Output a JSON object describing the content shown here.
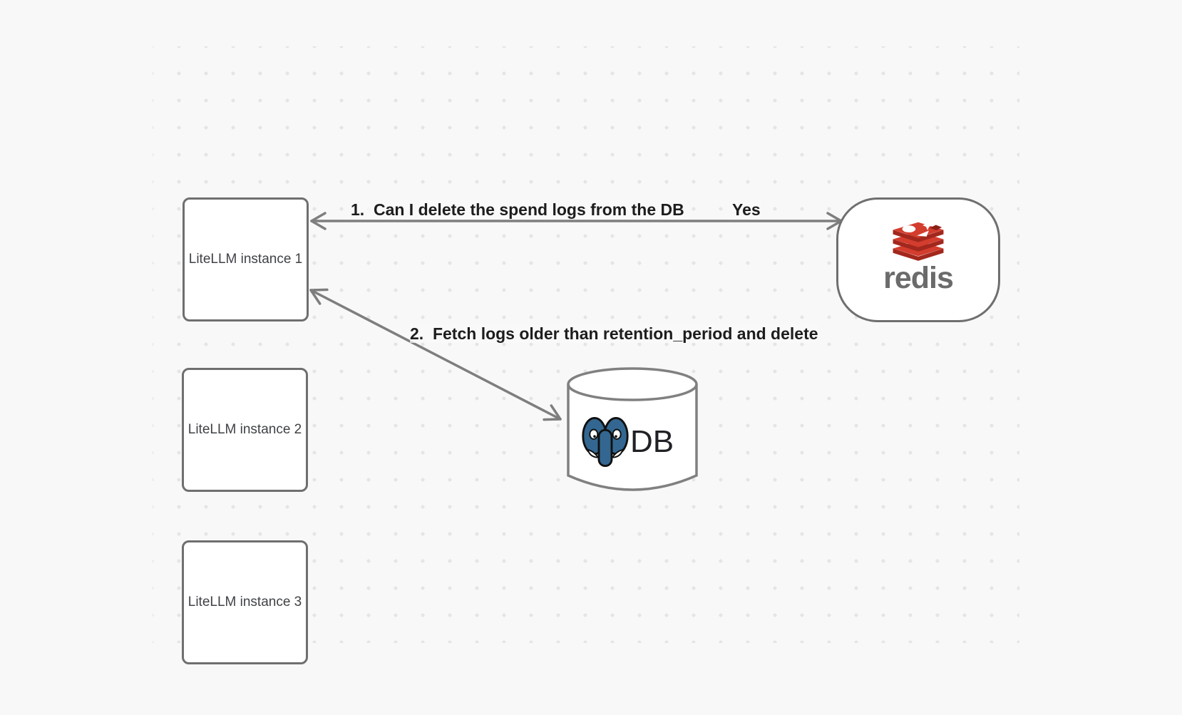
{
  "diagram": {
    "nodes": {
      "instance1": {
        "label": "LiteLLM instance 1"
      },
      "instance2": {
        "label": "LiteLLM instance 2"
      },
      "instance3": {
        "label": "LiteLLM instance 3"
      },
      "redis": {
        "wordmark": "redis"
      },
      "db": {
        "label": "DB"
      }
    },
    "arrows": {
      "redis_instance1": {
        "label": "1.  Can I delete the spend logs from the DB",
        "answer": "Yes"
      },
      "db_instance1": {
        "label": "2.  Fetch logs older than retention_period and delete"
      }
    },
    "colors": {
      "background": "#f8f8f8",
      "grid_dot": "#e5e5e5",
      "shape_stroke": "#6f6f6f",
      "arrow_stroke": "#7e7e7e",
      "label_text": "#1d1d1e",
      "node_text": "#3f4246",
      "redis_red": "#d33d2e",
      "redis_red_dark": "#a2271d",
      "redis_wordmark_gray": "#6b6b6b",
      "postgres_blue": "#336791"
    }
  }
}
